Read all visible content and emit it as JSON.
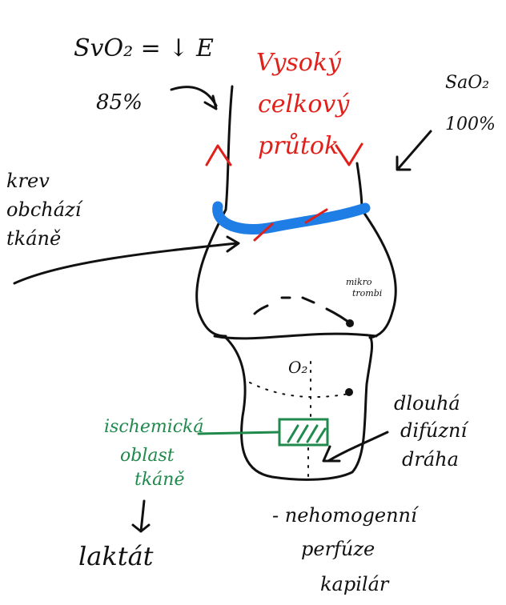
{
  "labels": {
    "svo2": "SvO₂ = ↓ E",
    "svo2_value": "85%",
    "sao2": "SaO₂",
    "sao2_value": "100%",
    "high_flow": [
      "Vysoký",
      "celkový",
      "průtok"
    ],
    "blood_bypass": [
      "krev",
      "obchází",
      "tkáně"
    ],
    "microthrombi": [
      "mikro",
      "trombi"
    ],
    "o2": "O₂",
    "ischemic_area": [
      "ischemická",
      "oblast",
      "tkáně"
    ],
    "diffusion_path": [
      "dlouhá",
      "difúzní",
      "dráha"
    ],
    "lactate": "laktát",
    "heterogeneous": [
      "- nehomogenní",
      "perfúze",
      "kapilár"
    ]
  },
  "colors": {
    "ink": "#111111",
    "red": "#e0201a",
    "blue": "#1e7ee6",
    "green": "#1f8a4c"
  }
}
